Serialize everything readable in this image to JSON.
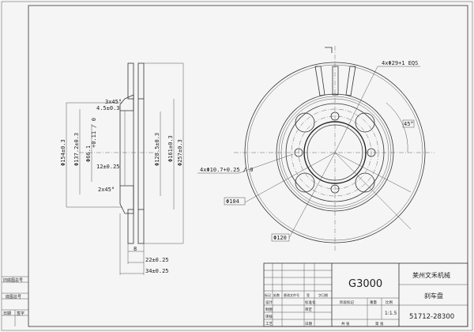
{
  "drawing": {
    "side_view": {
      "chamfer_outer": "3x45°",
      "depth": "4.5±0.3",
      "dia_154": "Φ154±0.3",
      "dia_137": "Φ137.2±0.3",
      "dia_66": "Φ66.1",
      "dia_66_tol": "+0.11 / 0",
      "thread_depth": "12±0.25",
      "chamfer_inner": "2x45°",
      "dia_128": "Φ128.5±0.3",
      "dia_161": "Φ161±0.3",
      "dia_257": "Φ257±0.3",
      "vent_gap": "8",
      "thickness": "22±0.25",
      "overall_height": "34±0.25"
    },
    "front_view": {
      "holes_large": "4xΦ29+1 EQS",
      "angle": "45°",
      "holes_small": "4xΦ10.7+0.25 / 0",
      "pcd_104": "Φ104",
      "pcd_120": "Φ120"
    }
  },
  "title_block": {
    "model": "G3000",
    "company": "莱州文禾机械",
    "part_name": "刹车盘",
    "part_number": "51712-28300",
    "scale": "1:1.5",
    "rev_headers": [
      "标记",
      "处数",
      "更改文件号",
      "签",
      "字日期"
    ],
    "roles": [
      "设计",
      "制图",
      "审核",
      "工艺"
    ],
    "roles_right": [
      "标准化",
      "审定",
      "",
      "日期"
    ],
    "stage_label": "阶段标记",
    "weight_label": "重量",
    "scale_label": "比例",
    "sheets_label": "共 张",
    "sheet_label": "第 张"
  },
  "side_strip": {
    "labels": [
      "旧底图总号",
      "底图总号",
      "日期",
      "签字"
    ]
  }
}
